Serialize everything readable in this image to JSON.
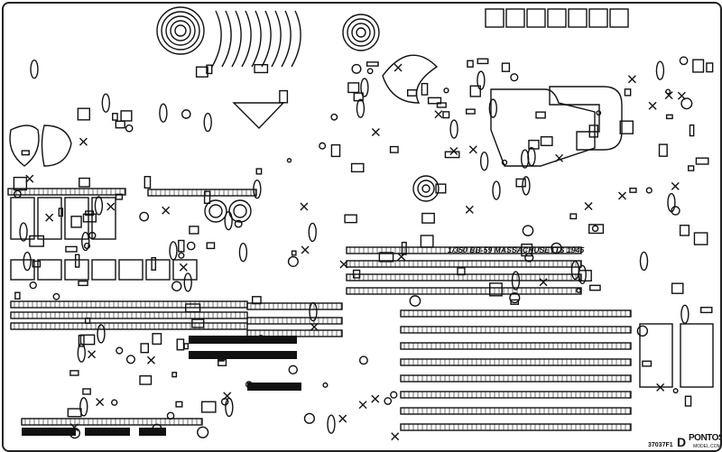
{
  "sheet": {
    "title": "1/350 BB-59 MASSACHUSETTS 1945",
    "product_code": "37037F1",
    "sheet_letter": "D",
    "brand": "PONTOS",
    "brand_site": "MODEL.COM",
    "colors": {
      "metal": "#ffffff",
      "etch": "#111111"
    }
  }
}
